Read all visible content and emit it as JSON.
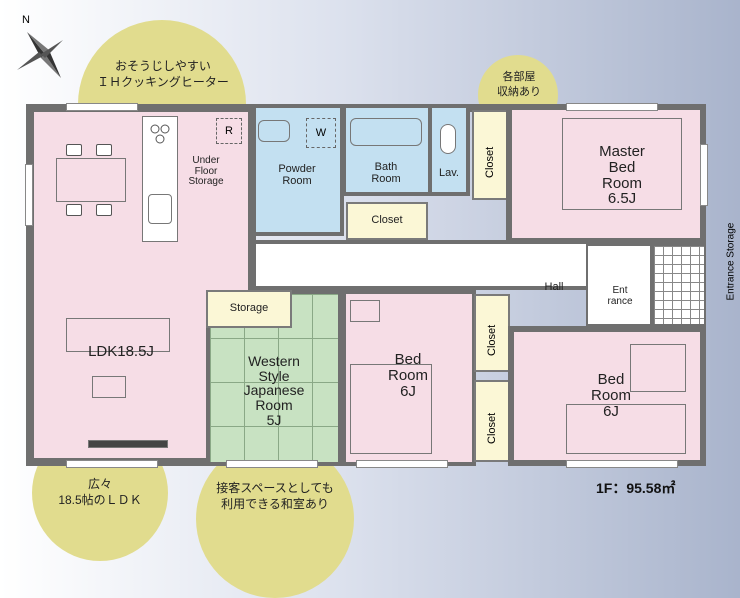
{
  "notes": {
    "kitchen": [
      "おそうじしやすい",
      "ＩＨクッキングヒーター"
    ],
    "storage": [
      "各部屋",
      "収納あり"
    ],
    "ldk": [
      "広々",
      "18.5帖のＬＤＫ"
    ],
    "japanese": [
      "接客スペースとしても",
      "利用できる和室あり"
    ]
  },
  "compass": {
    "label": "N"
  },
  "rooms": {
    "ldk": "LDK18.5J",
    "underfloor": [
      "Under",
      "Floor",
      "Storage"
    ],
    "powder": [
      "Powder",
      "Room"
    ],
    "bath": [
      "Bath",
      "Room"
    ],
    "lav": "Lav.",
    "closet": "Closet",
    "master": [
      "Master",
      "Bed",
      "Room",
      "6.5J"
    ],
    "entrance_storage": "Entrance Storage",
    "hall": "Hall",
    "entrance": [
      "Ent",
      "rance"
    ],
    "storage": "Storage",
    "western": [
      "Western",
      "Style",
      "Japanese",
      "Room",
      "5J"
    ],
    "bed2": [
      "Bed",
      "Room",
      "6J"
    ],
    "bed3": [
      "Bed",
      "Room",
      "6J"
    ]
  },
  "fixtures": {
    "refrigerator": "R",
    "washer": "W"
  },
  "floor_area": "1F：95.58㎡",
  "colors": {
    "ldk": "#f6dde6",
    "bedroom": "#f6dde6",
    "wet": "#c3e0f1",
    "japanese": "#c8e2c2",
    "closet": "#fbf7d6",
    "note_circle": "#e1dc8e",
    "hall": "#ffffff"
  }
}
